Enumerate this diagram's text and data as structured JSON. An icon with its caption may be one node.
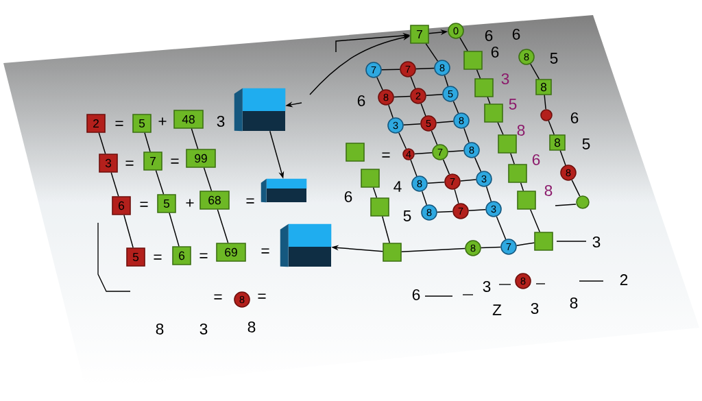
{
  "diagram": {
    "nodes": [
      {
        "text": [
          "2"
        ]
      },
      {
        "text": [
          "5"
        ]
      },
      {
        "text": [
          "48"
        ]
      },
      {
        "text": [
          "3"
        ]
      },
      {
        "text": [
          "7"
        ]
      },
      {
        "text": [
          "99"
        ]
      },
      {
        "text": [
          "6"
        ]
      },
      {
        "text": [
          "5"
        ]
      },
      {
        "text": [
          "68"
        ]
      },
      {
        "text": [
          "5"
        ]
      },
      {
        "text": [
          "6"
        ]
      },
      {
        "text": [
          "69"
        ]
      },
      {
        "text": [],
        "shape": "box"
      },
      {
        "text": [],
        "shape": "box"
      },
      {
        "text": [],
        "shape": "box"
      },
      {
        "text": [
          "8"
        ]
      },
      {
        "text": [
          "7"
        ]
      },
      {
        "text": [
          "0"
        ]
      },
      {
        "text": [
          "7"
        ]
      },
      {
        "text": [
          "7"
        ]
      },
      {
        "text": [
          "8"
        ]
      },
      {
        "text": [
          "8"
        ]
      },
      {
        "text": [
          "2"
        ]
      },
      {
        "text": [
          "5"
        ]
      },
      {
        "text": [
          "3"
        ]
      },
      {
        "text": [
          "5"
        ]
      },
      {
        "text": [
          "8"
        ]
      },
      {
        "text": [
          "4"
        ]
      },
      {
        "text": [
          "7"
        ]
      },
      {
        "text": [
          "8"
        ]
      },
      {
        "text": [
          "8"
        ]
      },
      {
        "text": [
          "7"
        ]
      },
      {
        "text": [
          "3"
        ]
      },
      {
        "text": [
          "8"
        ]
      },
      {
        "text": [
          "7"
        ]
      },
      {
        "text": [
          "3"
        ]
      },
      {
        "text": [
          "8"
        ]
      },
      {
        "text": [
          "7"
        ]
      },
      {
        "text": [],
        "shape": "box"
      },
      {
        "text": [],
        "shape": "box"
      },
      {
        "text": [],
        "shape": "box"
      },
      {
        "text": [],
        "shape": "box"
      },
      {
        "text": [],
        "shape": "box"
      },
      {
        "text": [],
        "shape": "box"
      },
      {
        "text": [],
        "shape": "box"
      },
      {
        "text": [],
        "shape": "box"
      },
      {
        "text": [],
        "shape": "box"
      },
      {
        "text": [],
        "shape": "box"
      },
      {
        "text": [],
        "shape": "box"
      },
      {
        "text": [
          "8"
        ]
      },
      {
        "text": [
          "8"
        ]
      },
      {
        "text": [],
        "shape": "circle"
      },
      {
        "text": [
          "8"
        ]
      },
      {
        "text": [
          "8"
        ]
      },
      {
        "text": [],
        "shape": "circle"
      },
      {
        "text": [
          "8"
        ]
      }
    ],
    "edges": [
      {
        "from": 0,
        "to": 3,
        "arrow": "none"
      },
      {
        "from": 3,
        "to": 6,
        "arrow": "none"
      },
      {
        "from": 6,
        "to": 9,
        "arrow": "none"
      },
      {
        "from": 1,
        "to": 4,
        "arrow": "none"
      },
      {
        "from": 4,
        "to": 7,
        "arrow": "none"
      },
      {
        "from": 7,
        "to": 10,
        "arrow": "none"
      },
      {
        "from": 2,
        "to": 5,
        "arrow": "none"
      },
      {
        "from": 5,
        "to": 8,
        "arrow": "none"
      },
      {
        "from": 8,
        "to": 11,
        "arrow": "none"
      },
      {
        "from": null,
        "to": 12,
        "arrow": "to"
      },
      {
        "from": 12,
        "to": 13,
        "arrow": "to"
      },
      {
        "from": 41,
        "to": 14,
        "arrow": "to"
      },
      {
        "from": null,
        "to": 16,
        "arrow": "to"
      },
      {
        "from": null,
        "to": 16,
        "arrow": "to"
      },
      {
        "from": 16,
        "to": 17,
        "arrow": "to"
      },
      {
        "from": 16,
        "to": 20,
        "arrow": "none"
      },
      {
        "from": 17,
        "to": 42,
        "arrow": "none"
      },
      {
        "from": 42,
        "to": 43,
        "arrow": "none"
      },
      {
        "from": 43,
        "to": 44,
        "arrow": "none"
      },
      {
        "from": 44,
        "to": 45,
        "arrow": "none"
      },
      {
        "from": 45,
        "to": 46,
        "arrow": "none"
      },
      {
        "from": 46,
        "to": 47,
        "arrow": "none"
      },
      {
        "from": 47,
        "to": 48,
        "arrow": "none"
      },
      {
        "from": 49,
        "to": 50,
        "arrow": "none"
      },
      {
        "from": 50,
        "to": 51,
        "arrow": "none"
      },
      {
        "from": 51,
        "to": 52,
        "arrow": "none"
      },
      {
        "from": 52,
        "to": 53,
        "arrow": "none"
      },
      {
        "from": 53,
        "to": 54,
        "arrow": "none"
      },
      {
        "from": 18,
        "to": 19,
        "arrow": "none"
      },
      {
        "from": 19,
        "to": 20,
        "arrow": "none"
      },
      {
        "from": 21,
        "to": 22,
        "arrow": "none"
      },
      {
        "from": 22,
        "to": 23,
        "arrow": "none"
      },
      {
        "from": 24,
        "to": 25,
        "arrow": "none"
      },
      {
        "from": 25,
        "to": 26,
        "arrow": "none"
      },
      {
        "from": 27,
        "to": 28,
        "arrow": "none"
      },
      {
        "from": 28,
        "to": 29,
        "arrow": "none"
      },
      {
        "from": 30,
        "to": 31,
        "arrow": "none"
      },
      {
        "from": 31,
        "to": 32,
        "arrow": "none"
      },
      {
        "from": 33,
        "to": 34,
        "arrow": "none"
      },
      {
        "from": 34,
        "to": 35,
        "arrow": "none"
      },
      {
        "from": 41,
        "to": 36,
        "arrow": "none"
      },
      {
        "from": 36,
        "to": 37,
        "arrow": "none"
      },
      {
        "from": 37,
        "to": 48,
        "arrow": "none"
      },
      {
        "from": 18,
        "to": 21,
        "arrow": "none"
      },
      {
        "from": 21,
        "to": 24,
        "arrow": "none"
      },
      {
        "from": 24,
        "to": 27,
        "arrow": "none"
      },
      {
        "from": 27,
        "to": 30,
        "arrow": "none"
      },
      {
        "from": 30,
        "to": 33,
        "arrow": "none"
      },
      {
        "from": 19,
        "to": 22,
        "arrow": "none"
      },
      {
        "from": 22,
        "to": 25,
        "arrow": "none"
      },
      {
        "from": 25,
        "to": 28,
        "arrow": "none"
      },
      {
        "from": 28,
        "to": 31,
        "arrow": "none"
      },
      {
        "from": 31,
        "to": 34,
        "arrow": "none"
      },
      {
        "from": 20,
        "to": 23,
        "arrow": "none"
      },
      {
        "from": 23,
        "to": 26,
        "arrow": "none"
      },
      {
        "from": 26,
        "to": 29,
        "arrow": "none"
      },
      {
        "from": 29,
        "to": 32,
        "arrow": "none"
      },
      {
        "from": 32,
        "to": 35,
        "arrow": "none"
      },
      {
        "from": 35,
        "to": 37,
        "arrow": "none"
      },
      {
        "from": 39,
        "to": 40,
        "arrow": "none"
      },
      {
        "from": 40,
        "to": 41,
        "arrow": "none"
      }
    ],
    "labels": [
      "=",
      "+",
      "3",
      "=",
      "=",
      "=",
      "+",
      "=",
      "=",
      "=",
      "=",
      "=",
      "=",
      "8",
      "3",
      "8",
      "6",
      "6",
      "6",
      "5",
      "3",
      "6",
      "5",
      "6",
      "8",
      "5",
      "=",
      "6",
      "4",
      "8",
      "6",
      "5",
      "3",
      "6",
      "3",
      "2",
      "Z",
      "3",
      "8"
    ]
  }
}
